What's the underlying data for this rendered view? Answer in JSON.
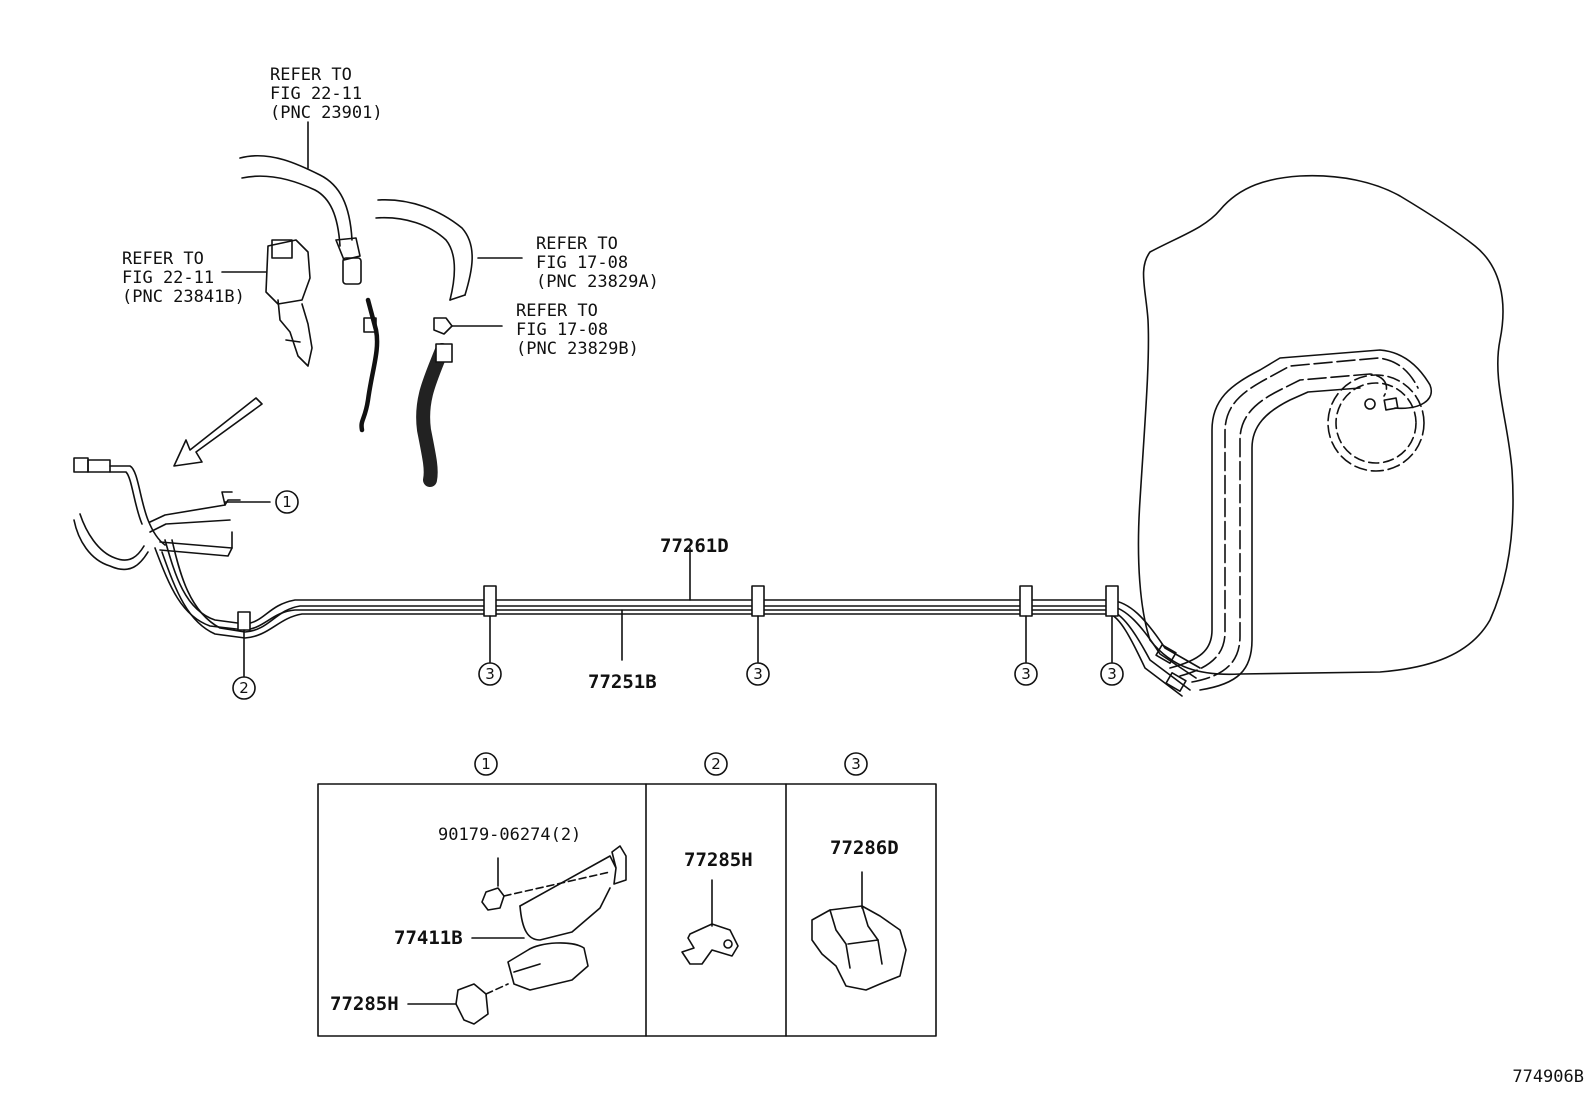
{
  "refs": {
    "ref_23901": [
      "REFER TO",
      "FIG 22-11",
      "(PNC 23901)"
    ],
    "ref_23841B": [
      "REFER TO",
      "FIG 22-11",
      "(PNC 23841B)"
    ],
    "ref_23829A": [
      "REFER TO",
      "FIG 17-08",
      "(PNC 23829A)"
    ],
    "ref_23829B": [
      "REFER TO",
      "FIG 17-08",
      "(PNC 23829B)"
    ]
  },
  "parts": {
    "tube_upper": "77261D",
    "tube_lower": "77251B",
    "bolt": "90179-06274(2)",
    "bracket": "77411B",
    "clamp_box1": "77285H",
    "clamp_box2": "77285H",
    "clamp_box3": "77286D"
  },
  "callouts": {
    "c1": "1",
    "c2": "2",
    "c3": "3"
  },
  "figure_id": "774906B"
}
